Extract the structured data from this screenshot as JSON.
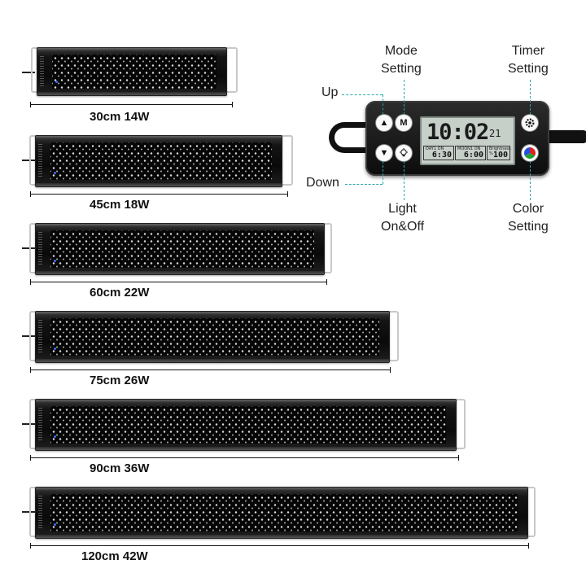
{
  "fixtures": [
    {
      "size_label": "30cm 14W"
    },
    {
      "size_label": "45cm 18W"
    },
    {
      "size_label": "60cm 22W"
    },
    {
      "size_label": "75cm 26W"
    },
    {
      "size_label": "90cm 36W"
    },
    {
      "size_label": "120cm 42W"
    }
  ],
  "controller": {
    "lcd_time": "10:02",
    "lcd_seconds": "21",
    "lcd_cells": [
      {
        "label": "DAY1  ON",
        "value": "6:30"
      },
      {
        "label": "MOON1 ON",
        "value": "6:00"
      },
      {
        "label": "Brightness %",
        "value": "100"
      }
    ],
    "buttons": {
      "up_icon": "triangle-up-icon",
      "down_icon": "triangle-down-icon",
      "mode_letter": "M",
      "light_icon": "bulb-icon",
      "timer_icon": "gear-icon",
      "color_icon": "rgb-wheel-icon"
    }
  },
  "callouts": {
    "up": "Up",
    "down": "Down",
    "mode_line1": "Mode",
    "mode_line2": "Setting",
    "timer_line1": "Timer",
    "timer_line2": "Setting",
    "light_line1": "Light",
    "light_line2": "On&Off",
    "color_line1": "Color",
    "color_line2": "Setting"
  },
  "colors": {
    "leader_line": "#2aa7a7",
    "led_blue": "#3b6cff"
  }
}
